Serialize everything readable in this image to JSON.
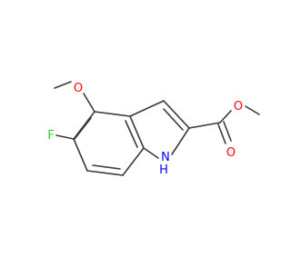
{
  "molecule": {
    "atom_labels": {
      "fluorine": "F",
      "methoxy_oxygen": "O",
      "ester_ether_oxygen": "O",
      "carbonyl_oxygen": "O",
      "nitrogen": "N",
      "nh_hydrogen": "H"
    },
    "colors": {
      "bond": "#3a3a3a",
      "oxygen": "#ff0000",
      "nitrogen": "#0000ff",
      "fluorine": "#33cc33",
      "background": "#ffffff"
    }
  }
}
